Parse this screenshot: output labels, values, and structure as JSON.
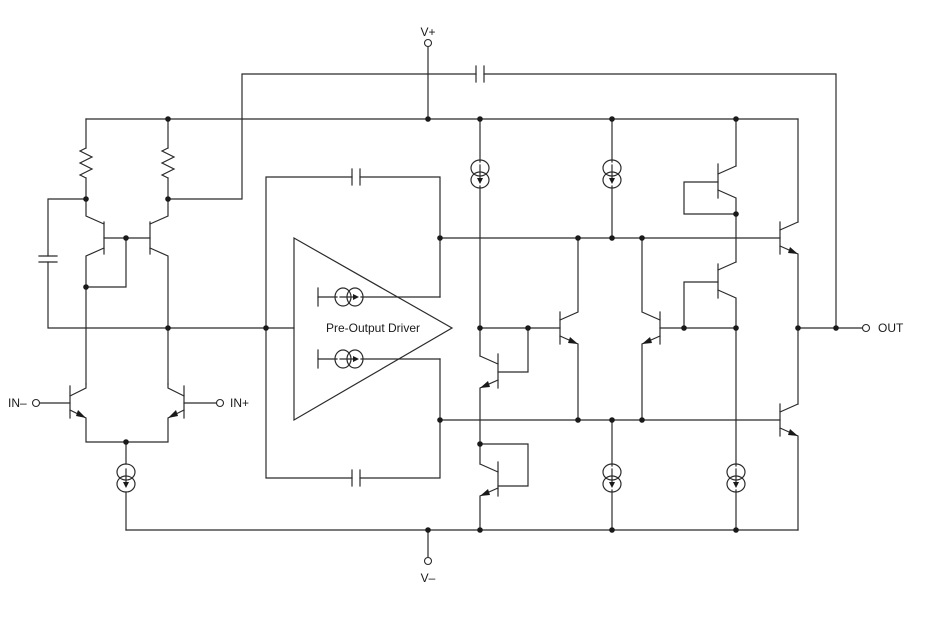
{
  "labels": {
    "vplus": "V+",
    "vminus": "V–",
    "in_minus": "IN–",
    "in_plus": "IN+",
    "out": "OUT",
    "driver": "Pre-Output Driver"
  },
  "colors": {
    "wire": "#2b2b2b",
    "background": "#ffffff"
  }
}
